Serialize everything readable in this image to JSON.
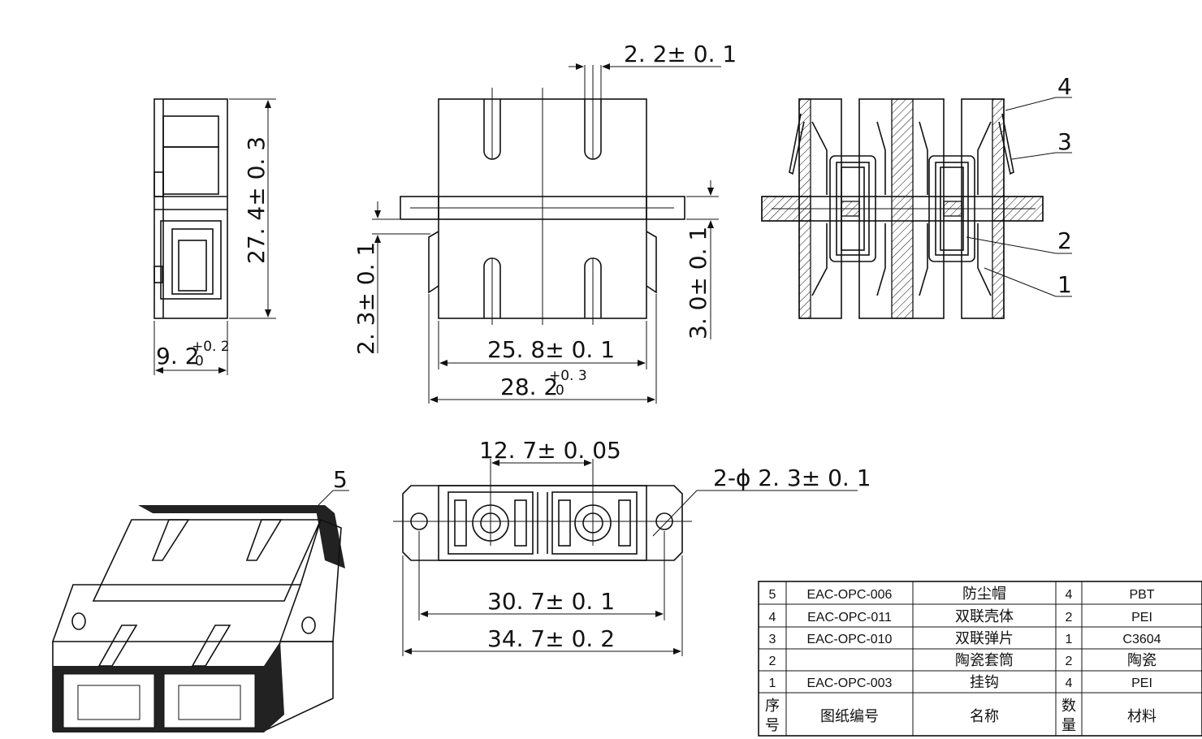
{
  "dimensions": {
    "side_height": "27. 4± 0. 3",
    "side_width_base": "9. 2",
    "side_width_tol_upper": "+0. 2",
    "side_width_tol_lower": "0",
    "slot_width": "2. 2± 0. 1",
    "flange_thickness": "2. 3± 0. 1",
    "latch_offset": "3. 0± 0. 1",
    "body_width": "25. 8± 0. 1",
    "flange_width_base": "28. 2",
    "flange_width_tol_upper": "+0. 3",
    "flange_width_tol_lower": "0",
    "port_pitch": "12. 7± 0. 05",
    "hole_spec": "2-ϕ 2. 3± 0. 1",
    "hole_pitch": "30. 7± 0. 1",
    "overall_width": "34. 7± 0. 2"
  },
  "callouts": [
    "1",
    "2",
    "3",
    "4",
    "5"
  ],
  "bom": {
    "rows": [
      {
        "no": "5",
        "code": "EAC-OPC-006",
        "name": "防尘帽",
        "qty": "4",
        "material": "PBT"
      },
      {
        "no": "4",
        "code": "EAC-OPC-011",
        "name": "双联壳体",
        "qty": "2",
        "material": "PEI"
      },
      {
        "no": "3",
        "code": "EAC-OPC-010",
        "name": "双联弹片",
        "qty": "1",
        "material": "C3604"
      },
      {
        "no": "2",
        "code": "",
        "name": "陶瓷套筒",
        "qty": "2",
        "material": "陶瓷"
      },
      {
        "no": "1",
        "code": "EAC-OPC-003",
        "name": "挂钩",
        "qty": "4",
        "material": "PEI"
      }
    ],
    "header": {
      "no_top": "序",
      "no_bottom": "号",
      "code": "图纸编号",
      "name": "名称",
      "qty_top": "数",
      "qty_bottom": "量",
      "material": "材料"
    }
  }
}
